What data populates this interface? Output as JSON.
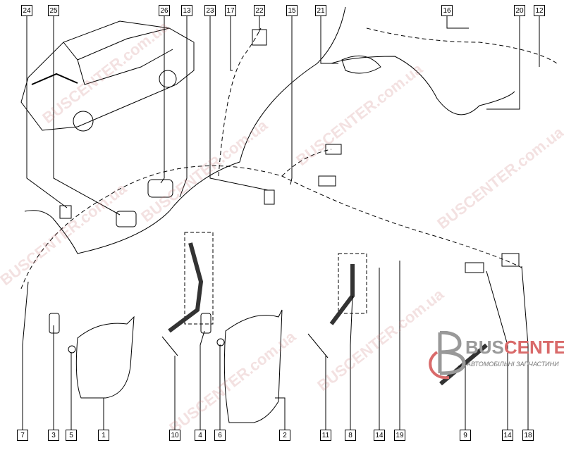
{
  "diagram": {
    "top_labels": [
      "24",
      "25",
      "26",
      "13",
      "23",
      "17",
      "22",
      "15",
      "21",
      "16",
      "20",
      "12"
    ],
    "bottom_labels": [
      "7",
      "3",
      "5",
      "1",
      "10",
      "4",
      "6",
      "2",
      "11",
      "8",
      "14",
      "19",
      "9",
      "14",
      "18"
    ]
  },
  "watermark": "BUSCENTER.com.ua",
  "logo": {
    "brand_left": "BUS",
    "brand_right": "CENTER",
    "subtitle": "АВТОМОБІЛЬНІ ЗАПЧАСТИНИ"
  }
}
